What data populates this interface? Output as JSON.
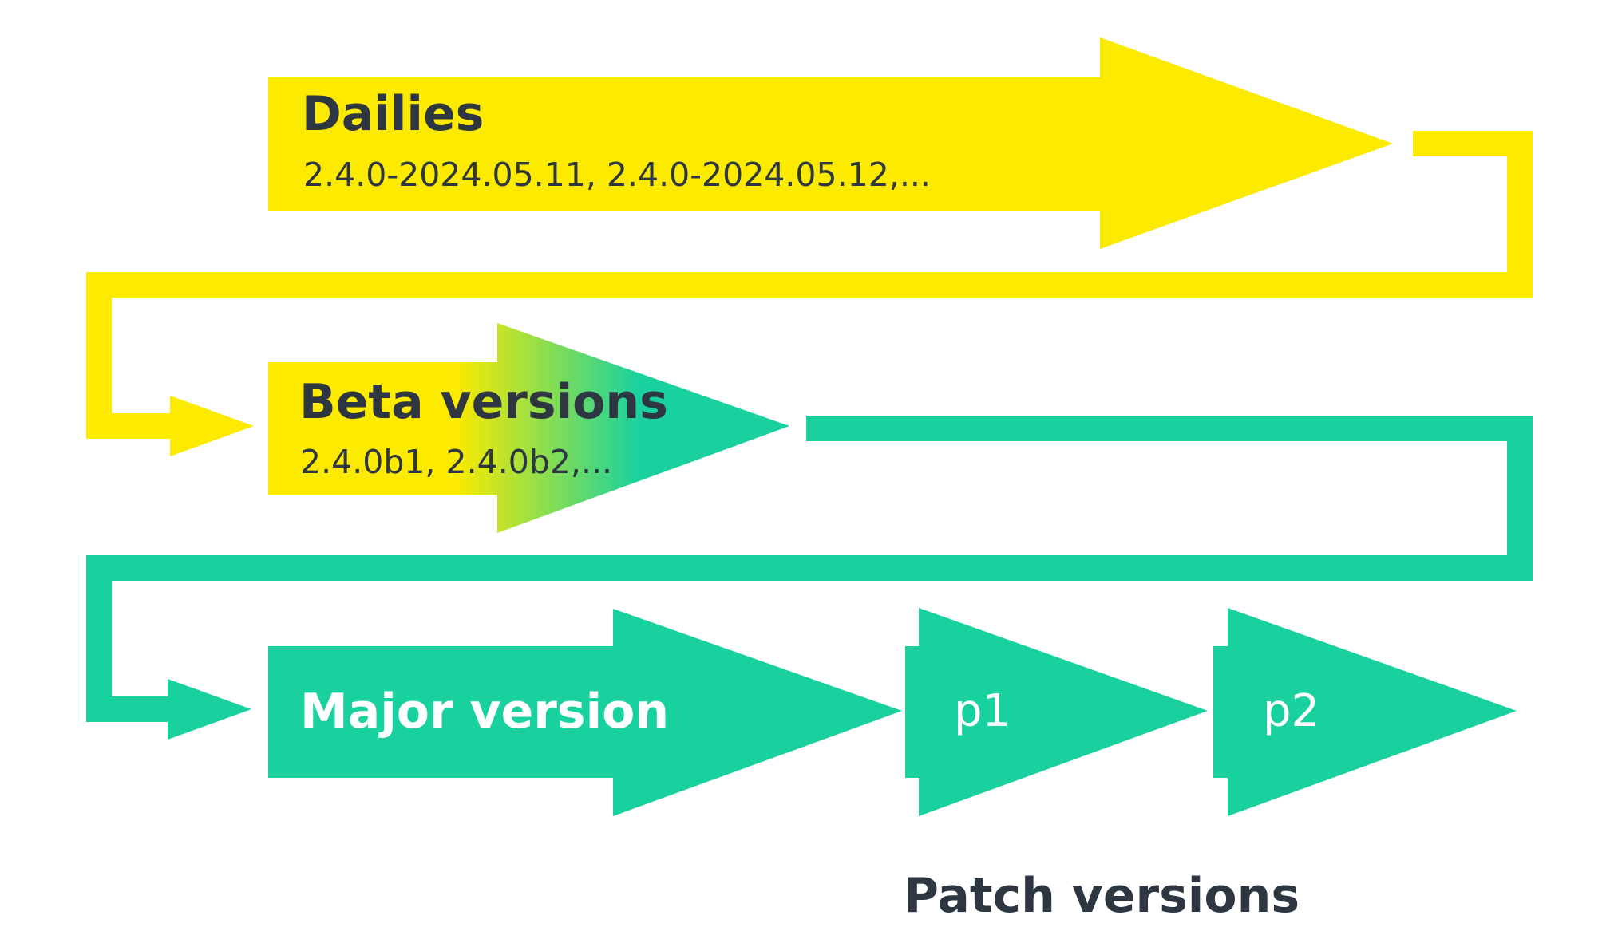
{
  "colors": {
    "yellow": "#FCEA00",
    "teal": "#19D19F",
    "dark_text": "#2D3641",
    "white_text": "#FFFFFF"
  },
  "dailies": {
    "title": "Dailies",
    "examples": "2.4.0-2024.05.11, 2.4.0-2024.05.12,..."
  },
  "beta": {
    "title": "Beta versions",
    "examples": "2.4.0b1, 2.4.0b2,..."
  },
  "major": {
    "title": "Major version"
  },
  "patches": {
    "p1": "p1",
    "p2": "p2",
    "caption": "Patch versions"
  }
}
